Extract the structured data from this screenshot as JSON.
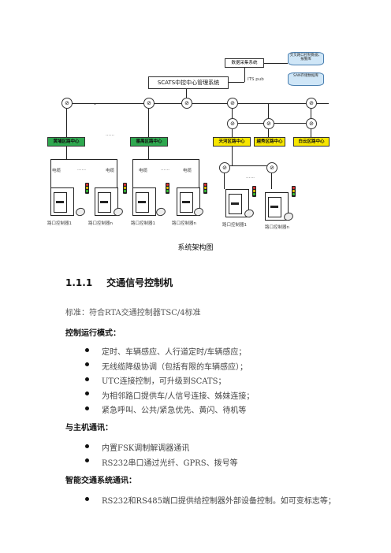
{
  "diagram": {
    "center_label": "SCATS中控中心管理系统",
    "its_label": "ITS pub",
    "collector_label": "数据采集系统",
    "db_labels": [
      "交叉路口控制数据、报警库",
      "SAN存储数据库"
    ],
    "regions": [
      "黄埔区路中心",
      "番禺区路中心",
      "天河区路中心",
      "越秀区路中心",
      "白云区路中心"
    ],
    "dots": "……",
    "line_labels": [
      "电缆",
      "……",
      "电缆",
      "电缆",
      "……",
      "电缆"
    ],
    "controller_labels": [
      "路口控制器1",
      "路口控制器n",
      "路口控制器1",
      "路口控制器n",
      "路口控制器1",
      "路口控制器n"
    ]
  },
  "caption": "系统架构图",
  "heading": {
    "number": "1.1.1",
    "title": "交通信号控制机"
  },
  "standard_line": "标准：符合RTA交通控制器TSC/4标准",
  "sections": [
    {
      "title": "控制运行模式：",
      "items": [
        "定时、车辆感应、人行道定时/车辆感应；",
        "无线缆降级协调（包括有限的车辆感应）；",
        "UTC连接控制，可升级到SCATS；",
        "为相邻路口提供车/人信号连接、姊妹连接；",
        "紧急呼叫、公共/紧急优先、黄闪、待机等"
      ]
    },
    {
      "title": "与主机通讯：",
      "items": [
        "内置FSK调制解调器通讯",
        "RS232串口通过光纤、GPRS、拨号等"
      ]
    },
    {
      "title": "智能交通系统通讯：",
      "items": [
        "RS232和RS485端口提供给控制器外部设备控制。如可变标志等；"
      ]
    }
  ]
}
